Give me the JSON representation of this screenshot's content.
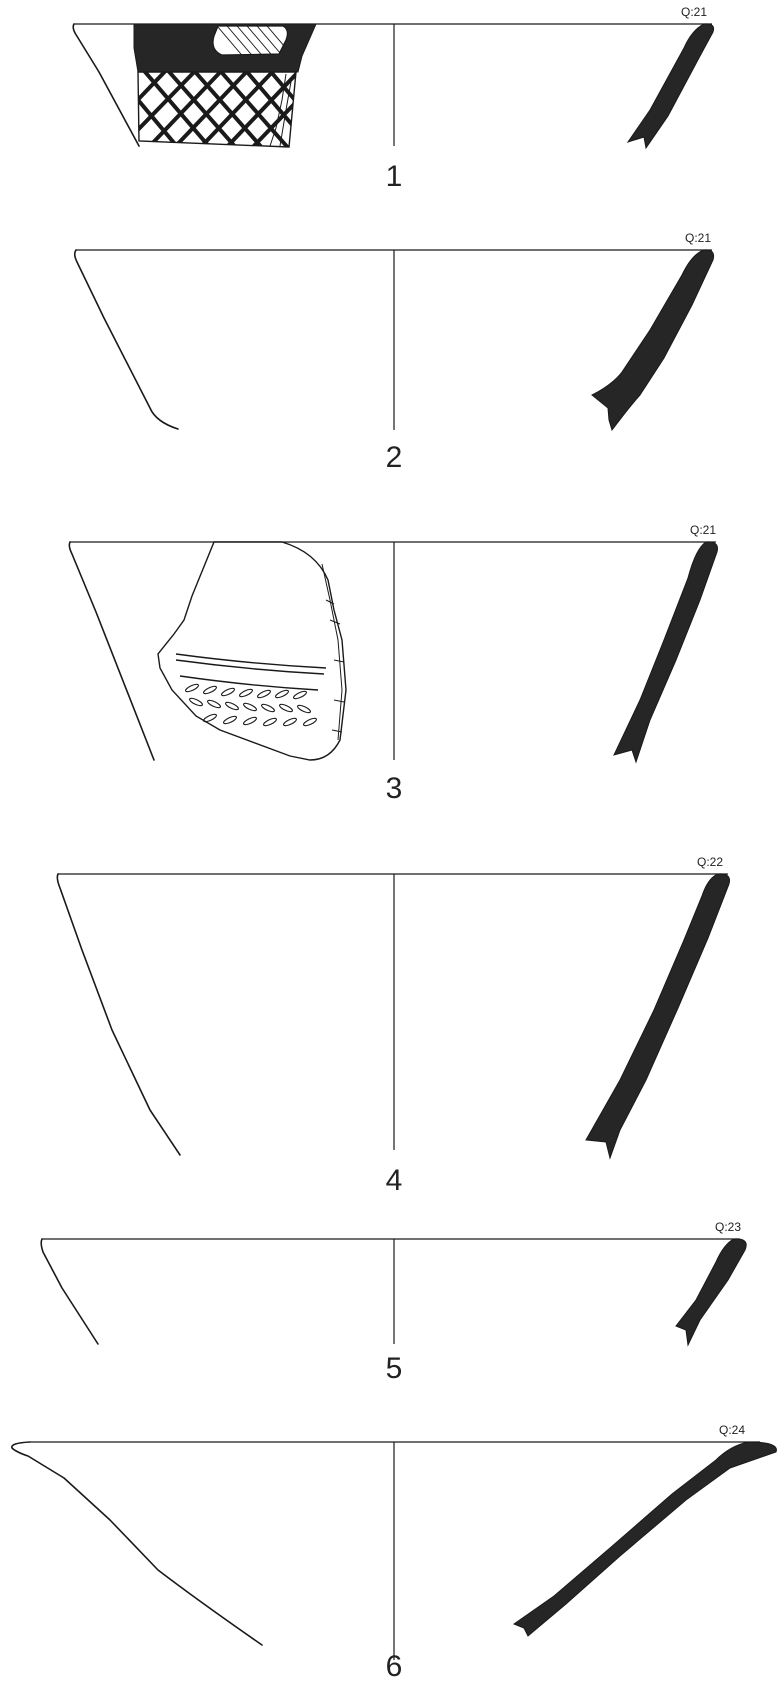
{
  "figures": [
    {
      "number": "1",
      "context": "Q:21"
    },
    {
      "number": "2",
      "context": "Q:21"
    },
    {
      "number": "3",
      "context": "Q:21"
    },
    {
      "number": "4",
      "context": "Q:22"
    },
    {
      "number": "5",
      "context": "Q:23"
    },
    {
      "number": "6",
      "context": "Q:24"
    }
  ],
  "colors": {
    "ink": "#1a1a1a",
    "section_fill": "#262626",
    "background": "#ffffff"
  }
}
